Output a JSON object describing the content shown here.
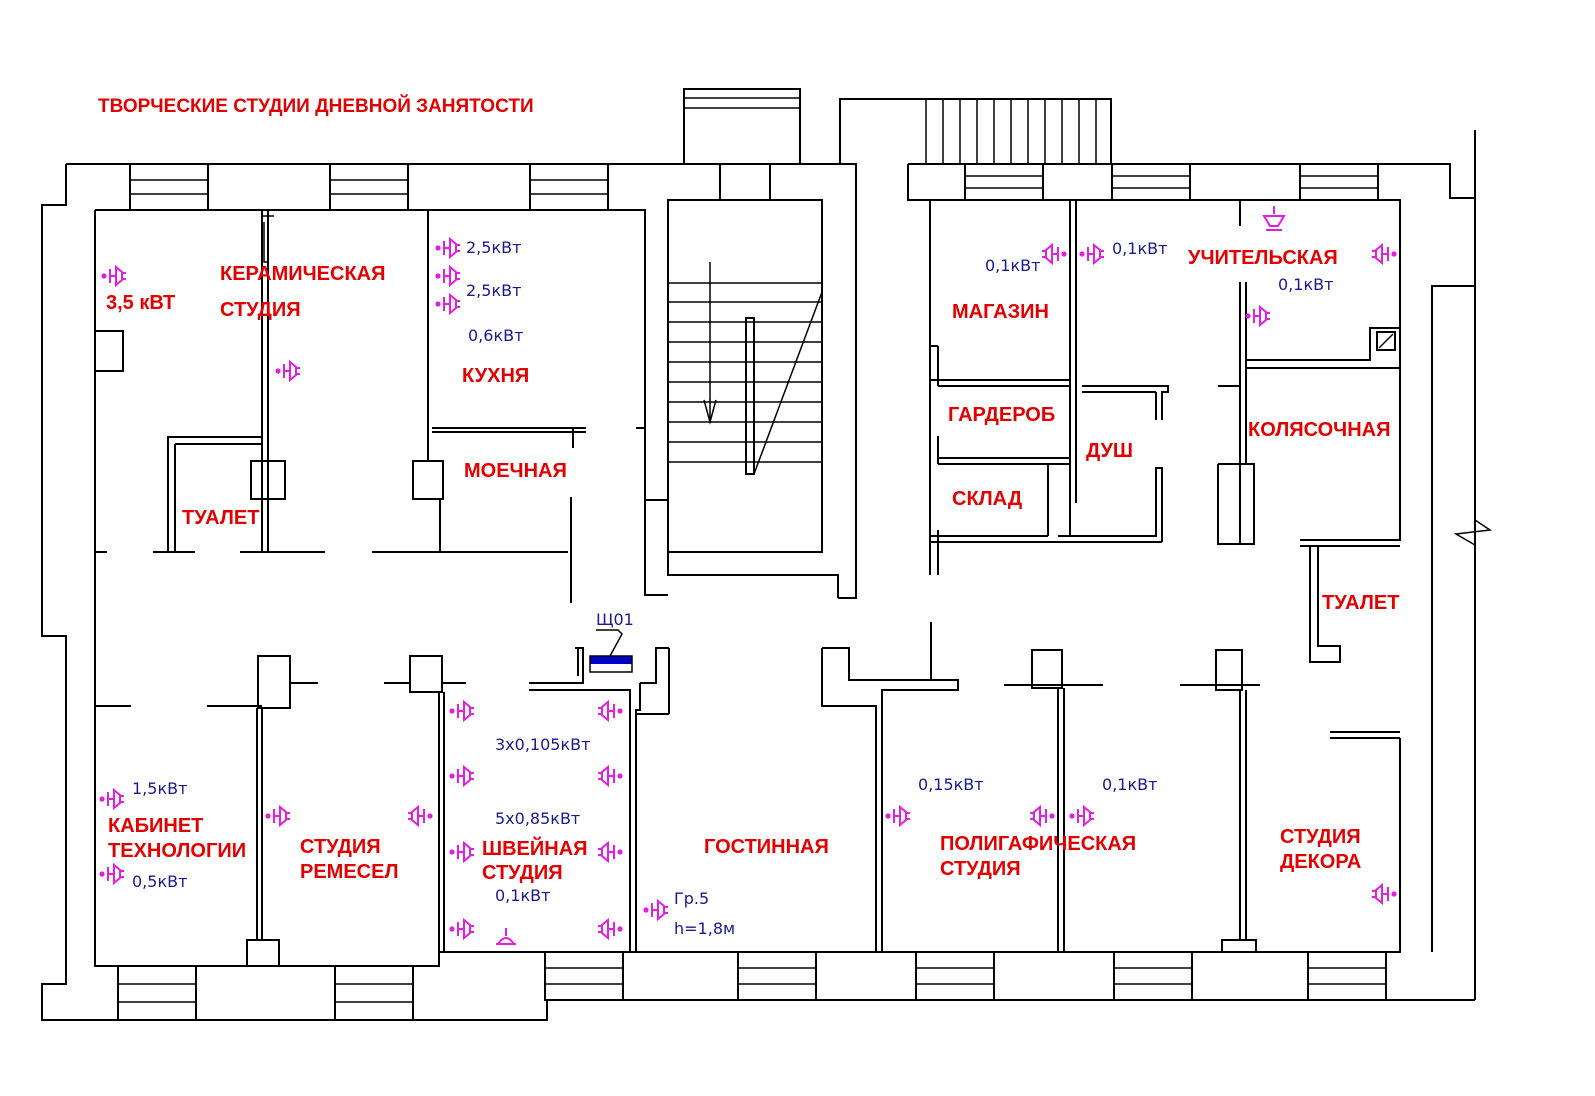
{
  "title": "ТВОРЧЕСКИЕ СТУДИИ ДНЕВНОЙ ЗАНЯТОСТИ",
  "colors": {
    "room_label": "#e10000",
    "power_label": "#1a1a8c",
    "socket": "#e020e0",
    "panel": "#0000c8",
    "wall": "#000000"
  },
  "rooms": {
    "ceramic_1": "КЕРАМИЧЕСКАЯ",
    "ceramic_2": "СТУДИЯ",
    "kitchen": "КУХНЯ",
    "washroom": "МОЕЧНАЯ",
    "toilet_left": "ТУАЛЕТ",
    "shop": "МАГАЗИН",
    "teachers": "УЧИТЕЛЬСКАЯ",
    "wardrobe": "ГАРДЕРОБ",
    "shower": "ДУШ",
    "storage": "СКЛАД",
    "stroller": "КОЛЯСОЧНАЯ",
    "toilet_right": "ТУАЛЕТ",
    "tech_1": "КАБИНЕТ",
    "tech_2": "ТЕХНОЛОГИИ",
    "crafts_1": "СТУДИЯ",
    "crafts_2": "РЕМЕСЕЛ",
    "sewing_1": "ШВЕЙНАЯ",
    "sewing_2": "СТУДИЯ",
    "living": "ГОСТИННАЯ",
    "print_1": "ПОЛИГАФИЧЕСКАЯ",
    "print_2": "СТУДИЯ",
    "decor_1": "СТУДИЯ",
    "decor_2": "ДЕКОРА"
  },
  "power": {
    "ceramic": "3,5 кВТ",
    "kitchen_1": "2,5кВт",
    "kitchen_2": "2,5кВт",
    "kitchen_3": "0,6кВт",
    "shop": "0,1кВт",
    "teachers_1": "0,1кВт",
    "teachers_2": "0,1кВт",
    "sewing_1": "3х0,105кВт",
    "sewing_2": "5х0,85кВт",
    "sewing_3": "0,1кВт",
    "tech_1": "1,5кВт",
    "tech_2": "0,5кВт",
    "print": "0,15кВт",
    "print_2": "0,1кВт",
    "living_group": "Гр.5",
    "living_height": "h=1,8м",
    "panel": "Щ01"
  },
  "icons": [
    "socket-icon",
    "lamp-icon",
    "panel-icon",
    "stair-arrow-icon"
  ]
}
